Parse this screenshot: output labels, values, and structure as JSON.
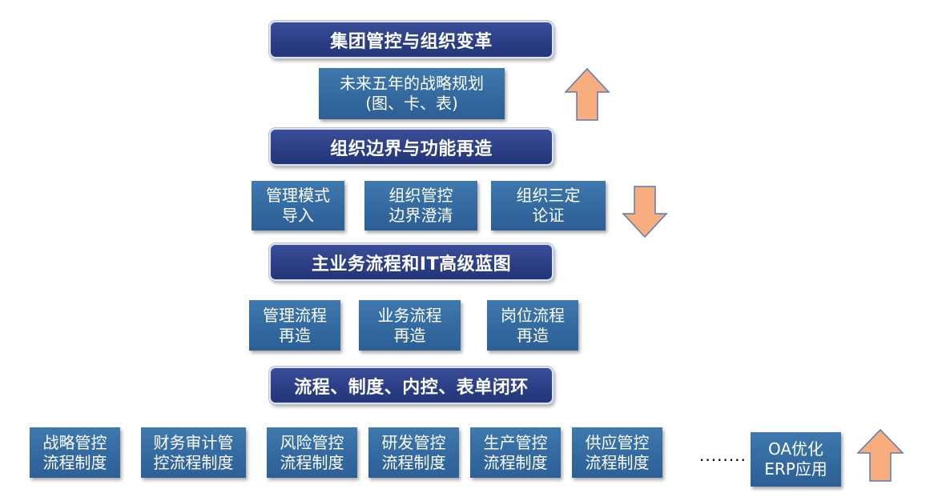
{
  "headers": {
    "h1": "集团管控与组织变革",
    "h2": "组织边界与功能再造",
    "h3": "主业务流程和IT高级蓝图",
    "h4": "流程、制度、内控、表单闭环"
  },
  "strategy_box": {
    "line1": "未来五年的战略规划",
    "line2": "(图、卡、表)"
  },
  "org_boxes": [
    {
      "line1": "管理模式",
      "line2": "导入"
    },
    {
      "line1": "组织管控",
      "line2": "边界澄清"
    },
    {
      "line1": "组织三定",
      "line2": "论证"
    }
  ],
  "process_boxes": [
    {
      "line1": "管理流程",
      "line2": "再造"
    },
    {
      "line1": "业务流程",
      "line2": "再造"
    },
    {
      "line1": "岗位流程",
      "line2": "再造"
    }
  ],
  "bottom_boxes": [
    {
      "line1": "战略管控",
      "line2": "流程制度"
    },
    {
      "line1": "财务审计管",
      "line2": "控流程制度"
    },
    {
      "line1": "风险管控",
      "line2": "流程制度"
    },
    {
      "line1": "研发管控",
      "line2": "流程制度"
    },
    {
      "line1": "生产管控",
      "line2": "流程制度"
    },
    {
      "line1": "供应管控",
      "line2": "流程制度"
    }
  ],
  "ellipsis": "........",
  "oa_box": {
    "line1": "OA优化",
    "line2": "ERP应用"
  },
  "arrow_icons": {
    "up": "arrow-up-icon",
    "down": "arrow-down-icon"
  },
  "colors": {
    "header_fill": "#2c3f86",
    "box_fill": "#346ba1",
    "arrow_fill": "#f7ad7d",
    "arrow_stroke": "#5b7bb0"
  }
}
